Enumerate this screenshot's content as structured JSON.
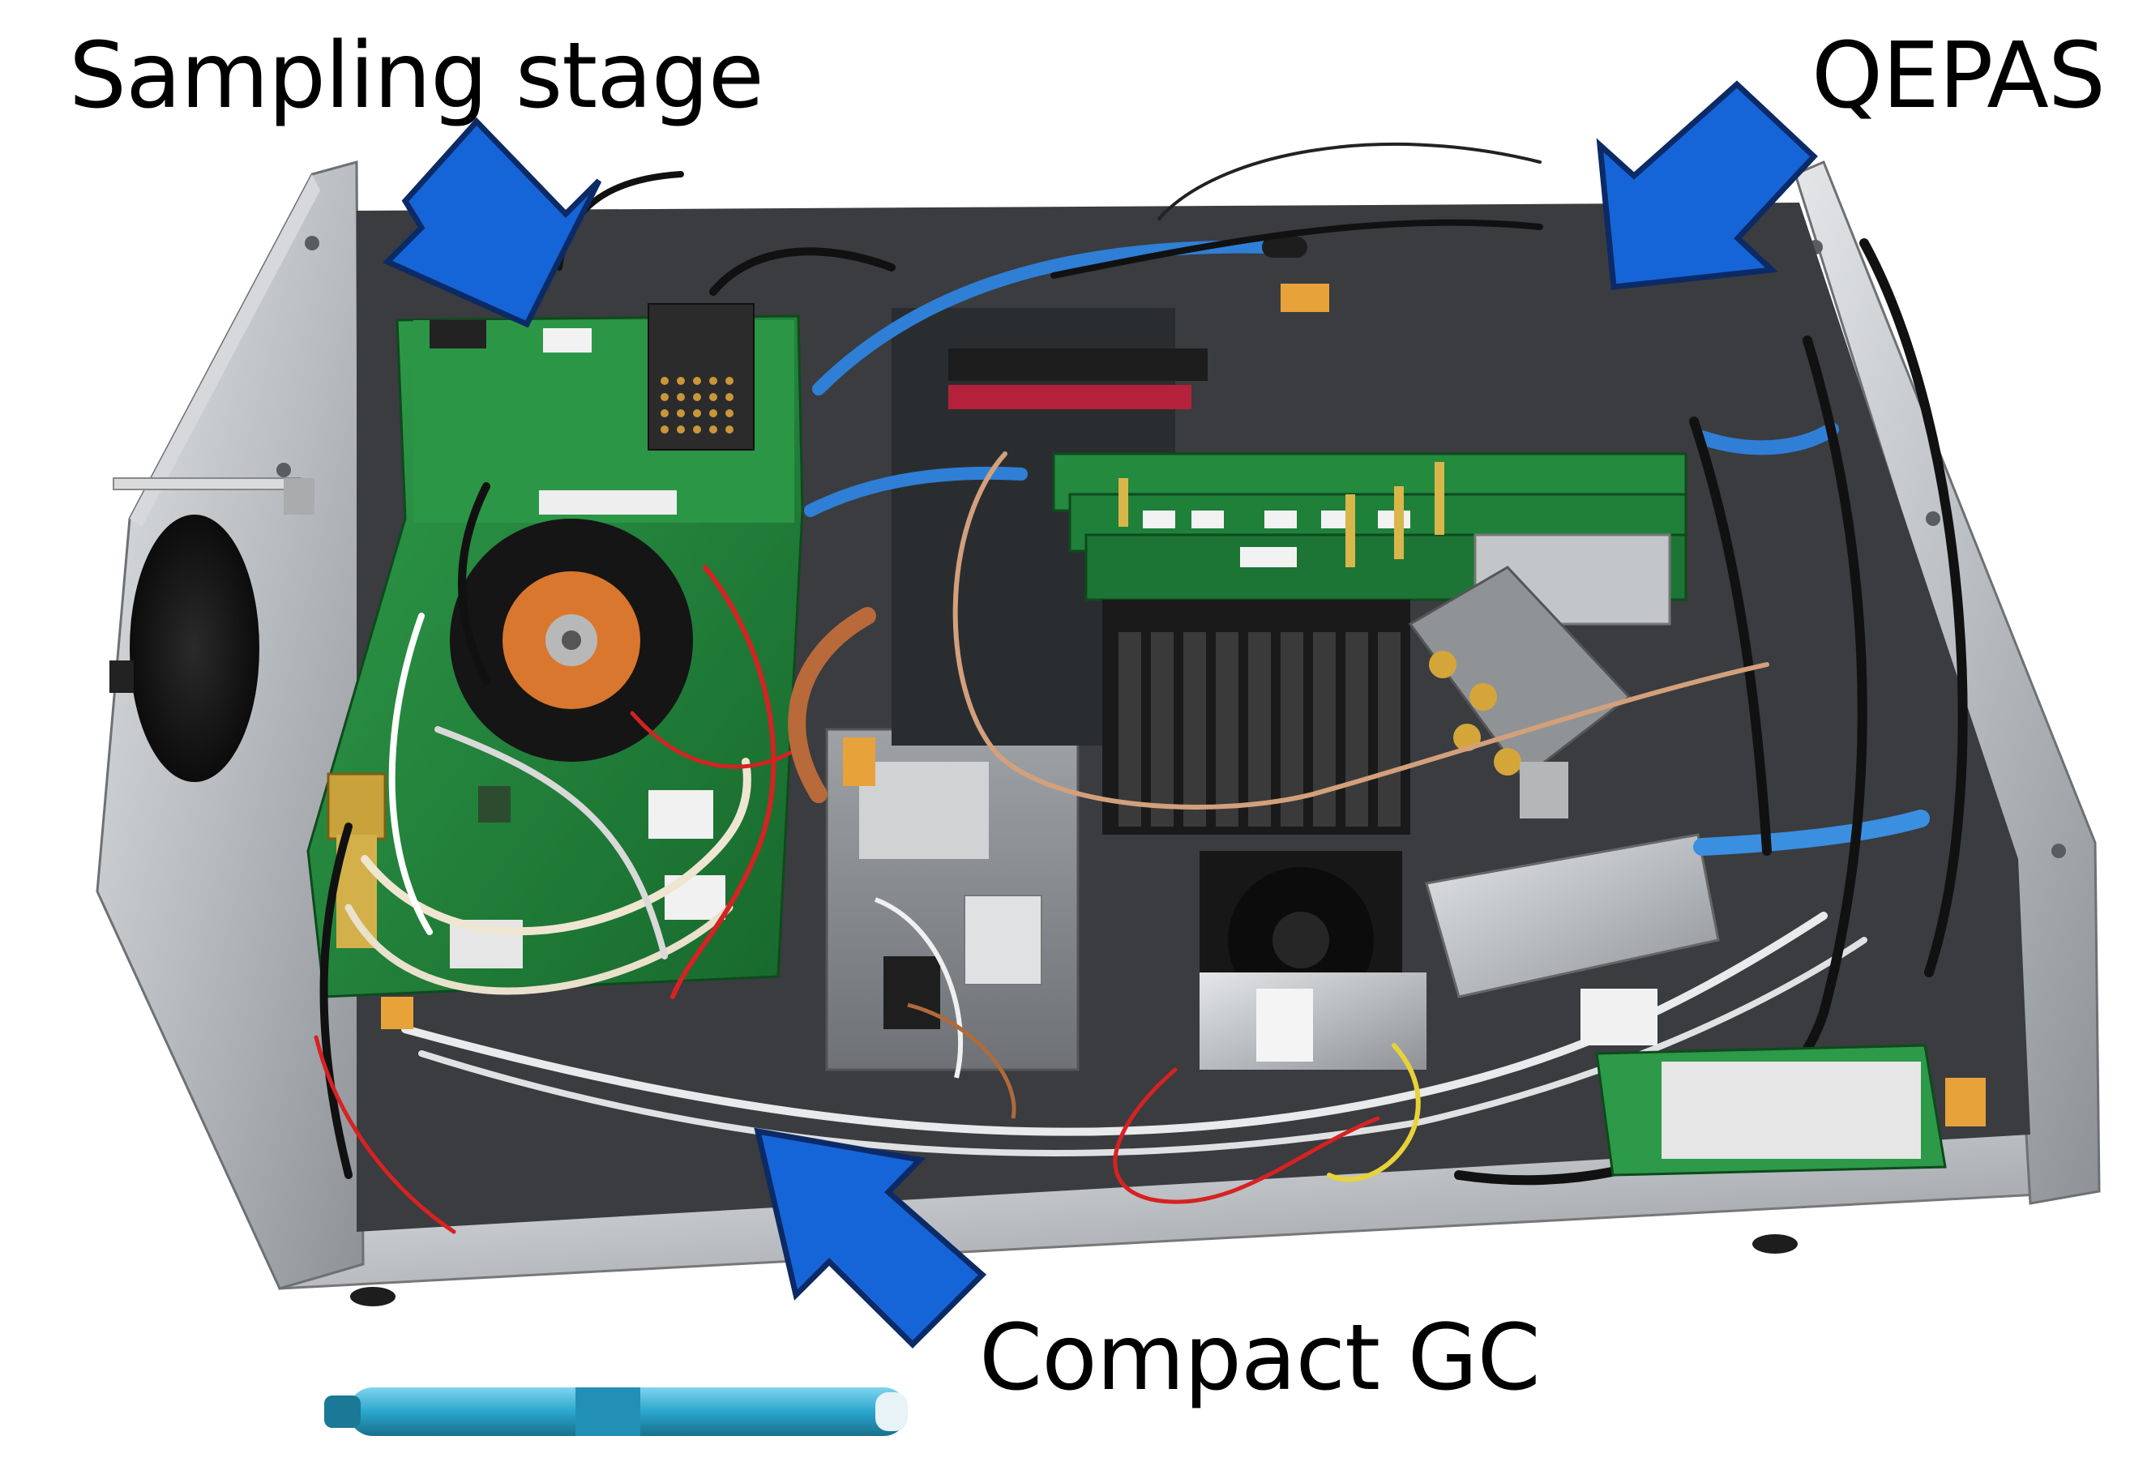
{
  "annotations": {
    "sampling_stage": "Sampling stage",
    "qepas": "QEPAS",
    "compact_gc": "Compact GC"
  },
  "colors": {
    "arrow_fill": "#1565d8",
    "arrow_outline": "#0b2a66",
    "chassis": "#bfc2c6",
    "pcb_green": "#1f8a3b",
    "cable_blue": "#2f7fd6",
    "pen": "#2aa6cc"
  },
  "icons": [
    "arrow-down-right",
    "arrow-down-left",
    "arrow-up-right",
    "pen"
  ]
}
